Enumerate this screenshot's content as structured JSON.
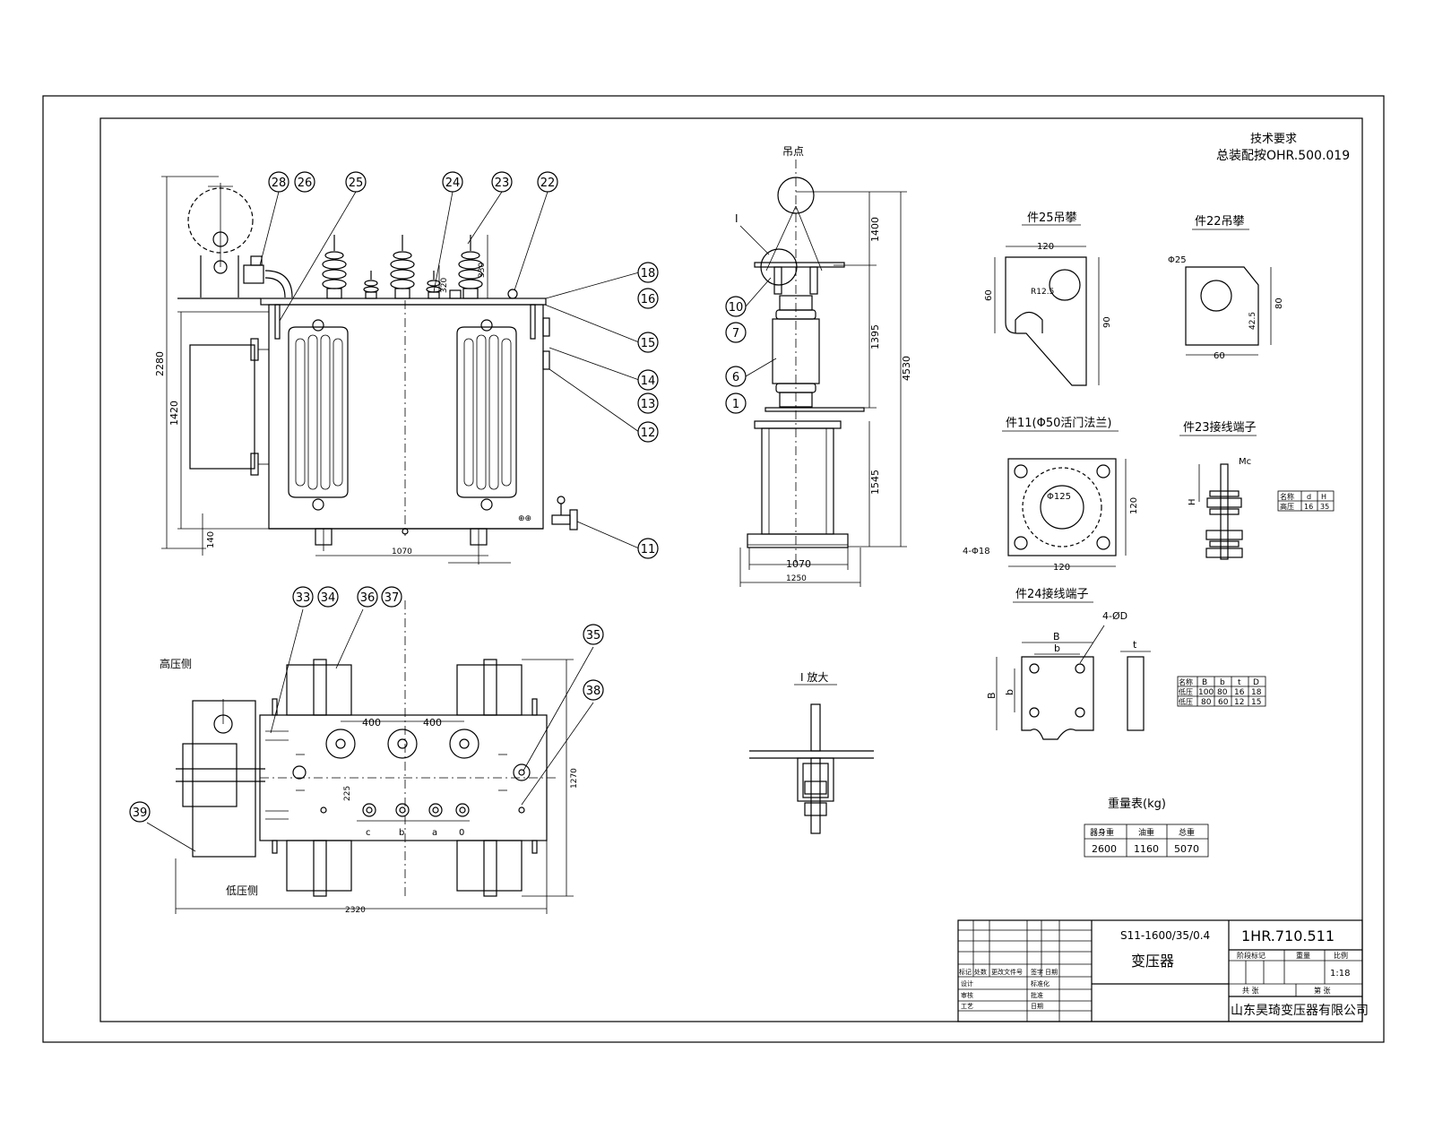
{
  "tech_requirements": {
    "title": "技术要求",
    "line1": "总装配按OHR.500.019"
  },
  "balloons": [
    "28",
    "26",
    "25",
    "24",
    "23",
    "22",
    "18",
    "16",
    "15",
    "14",
    "13",
    "12",
    "11",
    "10",
    "7",
    "6",
    "1",
    "33",
    "34",
    "36",
    "37",
    "35",
    "38",
    "39"
  ],
  "main_view": {
    "dim_total_height": "2280",
    "dim_radiator": "1420",
    "dim_base": "140",
    "dim_top1": "320",
    "dim_top2": "330",
    "dim_bottom": "1070"
  },
  "plan_view": {
    "hv_side": "高压侧",
    "lv_side": "低压侧",
    "dim_spacing1": "400",
    "dim_spacing2": "400",
    "dim_total_width": "2320",
    "dim_depth": "1270",
    "dim_offset": "225",
    "terminals": [
      "c",
      "b",
      "a",
      "0"
    ]
  },
  "side_view": {
    "lift_label": "吊点",
    "detail_ref": "I",
    "dim_1400": "1400",
    "dim_1395": "1395",
    "dim_4530": "4530",
    "dim_1545": "1545",
    "dim_1070": "1070",
    "dim_1250": "1250"
  },
  "detail_i": {
    "title": "I 放大"
  },
  "part25": {
    "title": "件25吊攀",
    "w": "120",
    "h1": "60",
    "h2": "90",
    "r": "R12.5"
  },
  "part22": {
    "title": "件22吊攀",
    "phi": "Φ25",
    "w": "60",
    "h1": "42.5",
    "h2": "80"
  },
  "part11": {
    "title": "件11(Φ50活门法兰)",
    "phi": "Φ125",
    "holes": "4-Φ18",
    "w": "120",
    "h": "120"
  },
  "part23": {
    "title": "件23接线端子",
    "label_m": "Mc",
    "label_h": "H",
    "table": {
      "head": [
        "名称",
        "d",
        "H"
      ],
      "row": [
        "高压",
        "16",
        "35"
      ]
    }
  },
  "part24": {
    "title": "件24接线端子",
    "holes": "4-ØD",
    "b_outer": "B",
    "b_inner": "b",
    "t": "t",
    "table": {
      "head": [
        "名称",
        "B",
        "b",
        "t",
        "D"
      ],
      "rows": [
        [
          "低压",
          "100",
          "80",
          "16",
          "18"
        ],
        [
          "低压",
          "80",
          "60",
          "12",
          "15"
        ]
      ]
    }
  },
  "weight_table": {
    "title": "重量表(kg)",
    "head": [
      "器身重",
      "油重",
      "总重"
    ],
    "values": [
      "2600",
      "1160",
      "5070"
    ]
  },
  "title_block": {
    "model": "S11-1600/35/0.4",
    "name": "变压器",
    "drawing_no": "1HR.710.511",
    "scale": "1:18",
    "company": "山东昊琦变压器有限公司",
    "col_headers": [
      "阶段标记",
      "重量",
      "比例"
    ],
    "rev_headers": [
      "标记",
      "处数",
      "更改文件号",
      "签字",
      "日期"
    ],
    "roles": [
      "设计",
      "审核",
      "工艺"
    ],
    "roles2": [
      "标准化",
      "批准",
      "日期"
    ],
    "sheet1": "共 张",
    "sheet2": "第 张"
  }
}
